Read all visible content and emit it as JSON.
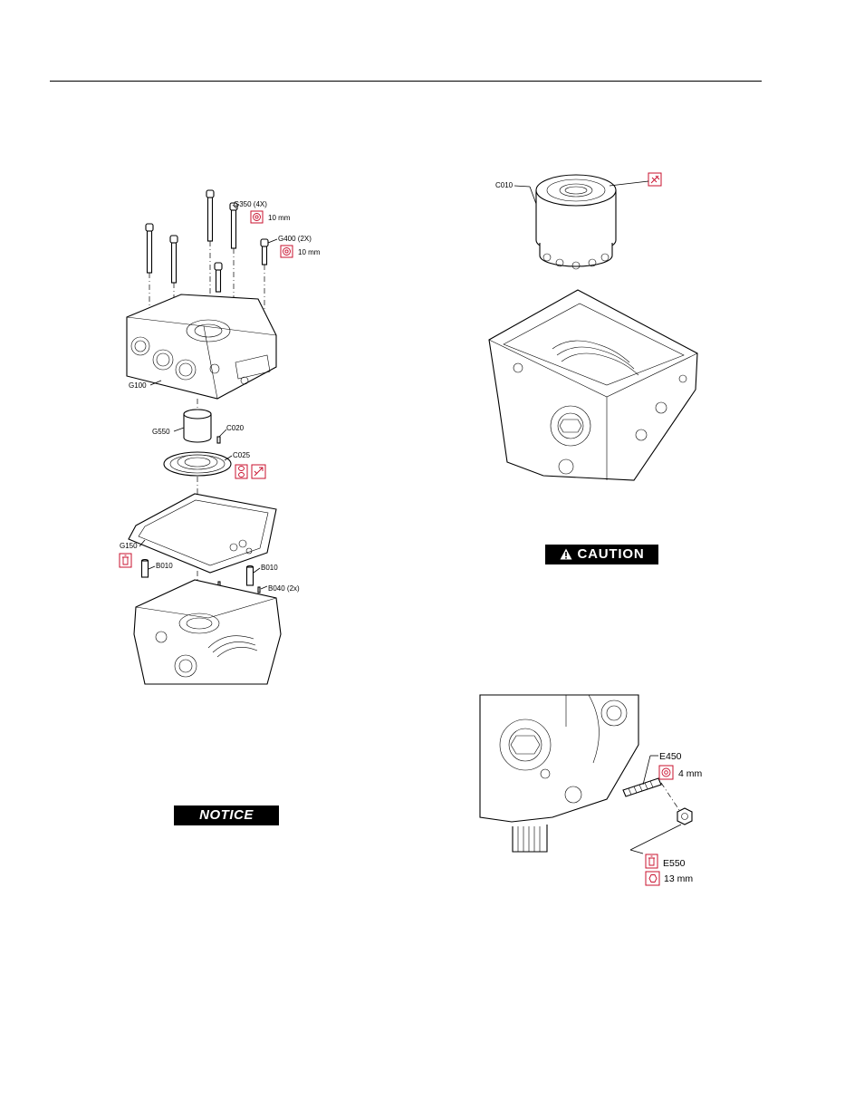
{
  "labels": {
    "g350": "G350 (4X)",
    "g350_size": "10 mm",
    "g400": "G400 (2X)",
    "g400_size": "10 mm",
    "g100": "G100",
    "g550": "G550",
    "c020": "C020",
    "c025": "C025",
    "g150": "G150",
    "b010_left": "B010",
    "b010_right": "B010",
    "b040": "B040 (2x)",
    "c010": "C010",
    "e450": "E450",
    "e450_size": "4 mm",
    "e550": "E550",
    "e550_size": "13 mm"
  },
  "banners": {
    "notice": "NOTICE",
    "caution": "CAUTION"
  },
  "icons": {
    "accent_color": "#c8102e",
    "hex_socket": "hex-socket-icon",
    "torque": "torque-icon",
    "lubricate": "lubricate-icon",
    "replace": "replace-part-icon",
    "hex_wrench": "hex-wrench-icon"
  }
}
